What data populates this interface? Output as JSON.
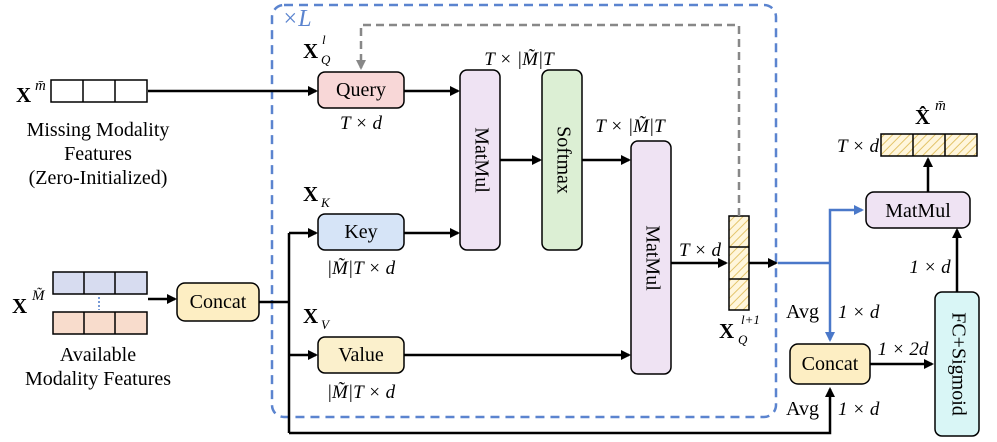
{
  "loop_label": "×L",
  "inputs": {
    "missing_symbol": "X",
    "missing_superscript": "m̄",
    "missing_caption": [
      "Missing Modality",
      "Features",
      "(Zero-Initialized)"
    ],
    "available_symbol": "X",
    "available_superscript": "M̃",
    "available_caption": [
      "Available",
      "Modality Features"
    ]
  },
  "blocks": {
    "concat_left": "Concat",
    "query": "Query",
    "key": "Key",
    "value": "Value",
    "matmul_1": "MatMul",
    "softmax": "Softmax",
    "matmul_2": "MatMul",
    "matmul_3": "MatMul",
    "concat_right": "Concat",
    "fc_sigmoid": "FC+Sigmoid"
  },
  "symbols": {
    "xq_main": "X",
    "xq_sub": "Q",
    "xq_sup": "l",
    "xk_main": "X",
    "xk_sub": "K",
    "xv_main": "X",
    "xv_sub": "V",
    "xq_out_main": "X",
    "xq_out_sub": "Q",
    "xq_out_sup": "l+1",
    "xhat_main": "X̂",
    "xhat_sup": "m̄"
  },
  "dims": {
    "query": "T × d",
    "key": "|M̃|T × d",
    "value": "|M̃|T × d",
    "matmul1_out": "T × |M̃|T",
    "softmax_out": "T × |M̃|T",
    "matmul2_out": "T × d",
    "xhat": "T × d",
    "avg_top": "Avg",
    "avg_top_dim": "1 × d",
    "avg_bottom": "Avg",
    "avg_bottom_dim": "1 × d",
    "concat_out": "1 × 2d",
    "fc_out": "1 × d"
  },
  "colors": {
    "query_fill": "#f8d7d7",
    "key_fill": "#d6e4f7",
    "value_fill": "#fbf0cc",
    "matmul_fill": "#efe3f3",
    "softmax_fill": "#dcefd4",
    "concat_fill": "#fdeec3",
    "fc_fill": "#d9f6f6",
    "loop_border": "#5b84cf",
    "blue_arrow": "#4a78c9",
    "feedback_gray": "#888888"
  }
}
